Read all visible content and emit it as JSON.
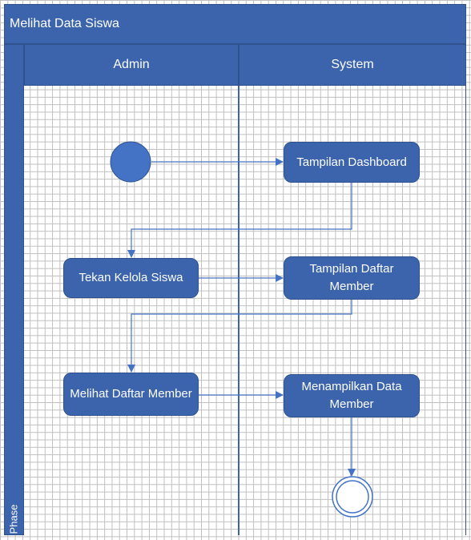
{
  "diagram": {
    "title": "Melihat Data Siswa",
    "phase_label": "Phase",
    "lanes": [
      {
        "id": "admin",
        "label": "Admin"
      },
      {
        "id": "system",
        "label": "System"
      }
    ],
    "nodes": {
      "tampilan_dashboard": "Tampilan Dashboard",
      "tekan_kelola_siswa": "Tekan Kelola Siswa",
      "tampilan_daftar_member": "Tampilan Daftar Member",
      "melihat_daftar_member": "Melihat Daftar Member",
      "menampilkan_data_member": "Menampilkan Data Member"
    },
    "colors": {
      "fill": "#3b64ad",
      "border": "#2f528f",
      "text": "#ffffff",
      "grid": "#bfbfbf"
    }
  }
}
